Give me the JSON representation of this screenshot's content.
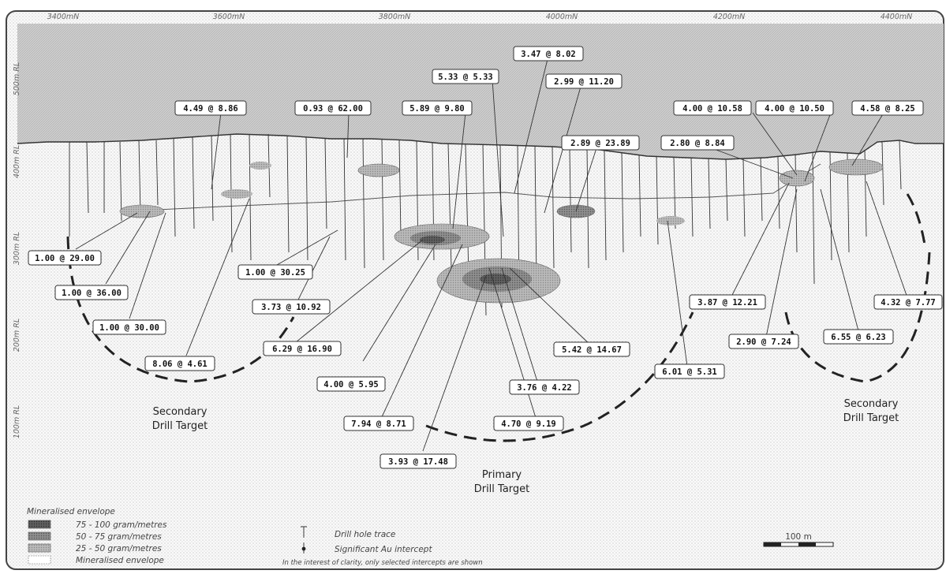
{
  "x_ticks": [
    "3400mN",
    "3600mN",
    "3800mN",
    "4000mN",
    "4200mN",
    "4400mN"
  ],
  "y_ticks": [
    "500m RL",
    "400m RL",
    "300m RL",
    "200m RL",
    "100m RL"
  ],
  "intercepts": [
    "3.47 @ 8.02",
    "5.33 @ 5.33",
    "2.99 @ 11.20",
    "4.49 @ 8.86",
    "0.93 @ 62.00",
    "5.89 @ 9.80",
    "2.89 @ 23.89",
    "2.80 @ 8.84",
    "4.00 @ 10.58",
    "4.00 @ 10.50",
    "4.58 @ 8.25",
    "1.00 @ 29.00",
    "1.00 @ 36.00",
    "1.00 @ 30.00",
    "8.06 @ 4.61",
    "1.00 @ 30.25",
    "3.73 @ 10.92",
    "6.29 @ 16.90",
    "4.00 @ 5.95",
    "7.94 @ 8.71",
    "3.93 @ 17.48",
    "4.70 @ 9.19",
    "3.76 @ 4.22",
    "5.42 @ 14.67",
    "6.01 @ 5.31",
    "3.87 @ 12.21",
    "2.90 @ 7.24",
    "6.55 @ 6.23",
    "4.32 @ 7.77"
  ],
  "targets": {
    "secondary_left": [
      "Secondary",
      "Drill Target"
    ],
    "primary": [
      "Primary",
      "Drill Target"
    ],
    "secondary_right": [
      "Secondary",
      "Drill Target"
    ]
  },
  "legend": {
    "title": "Mineralised envelope",
    "items": [
      "75 - 100 gram/metres",
      "50 - 75 gram/metres",
      "25 - 50 gram/metres",
      "Mineralised envelope"
    ],
    "drill_trace": "Drill hole trace",
    "significant": "Significant Au intercept",
    "note": "In the interest of clarity, only selected intercepts are shown",
    "scale": "100 m"
  },
  "colors": {
    "frame": "#444444",
    "sky": "#c9c9c9",
    "ground": "#f4f4f4",
    "high_grade": "#5a5a5a",
    "mid_grade": "#8a8a8a",
    "low_grade": "#b8b8b8",
    "target_line": "#222222"
  }
}
